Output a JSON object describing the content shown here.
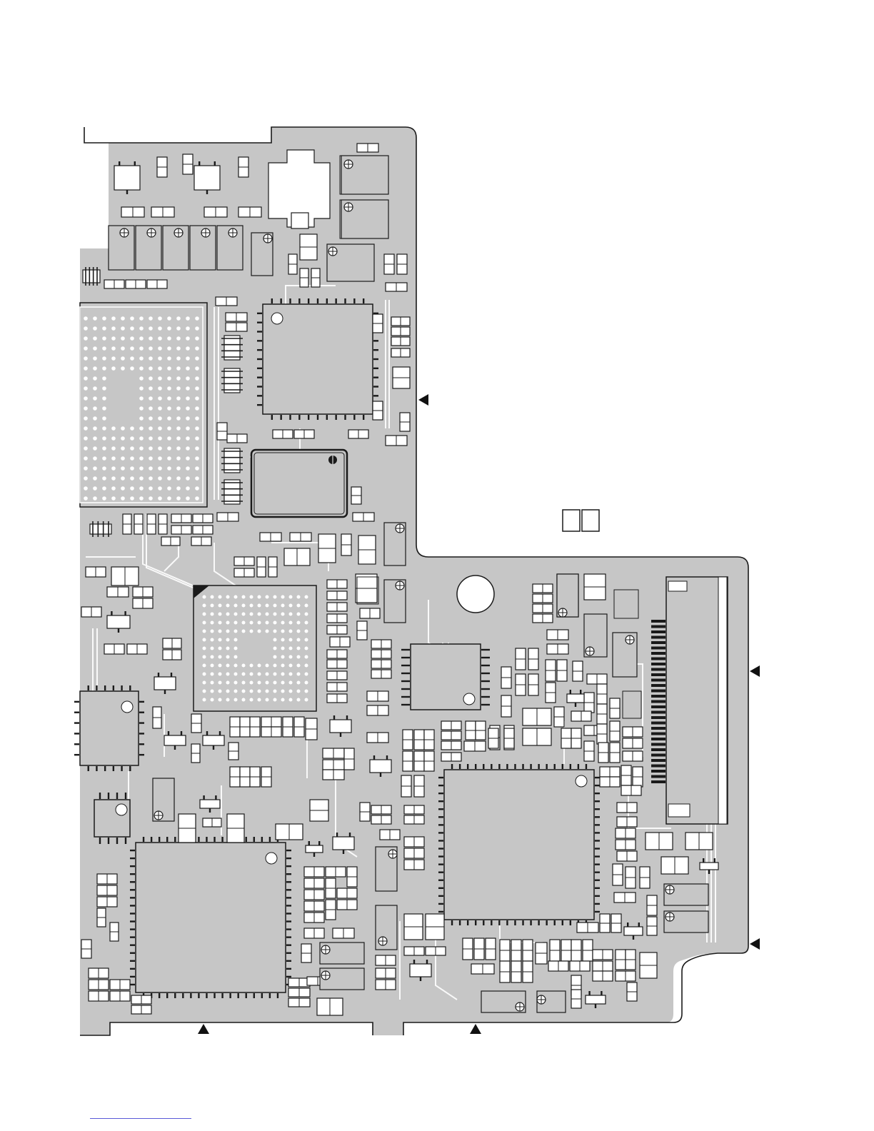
{
  "diagram": {
    "kind": "pcb-component-layout",
    "colors": {
      "board_fill": "#c6c6c6",
      "outline": "#1a1a1a",
      "trace": "#ffffff",
      "pad": "#ffffff",
      "component_outline": "#1a1a1a"
    },
    "text_labels": [],
    "connector_markers": [
      {
        "name": "right-arrow-marker-upper-board",
        "direction": "left"
      },
      {
        "name": "right-arrow-marker-lower-board-top",
        "direction": "left"
      },
      {
        "name": "right-arrow-marker-lower-board-bottom",
        "direction": "left"
      },
      {
        "name": "bottom-arrow-marker-left",
        "direction": "up"
      },
      {
        "name": "bottom-arrow-marker-right",
        "direction": "up"
      }
    ]
  }
}
